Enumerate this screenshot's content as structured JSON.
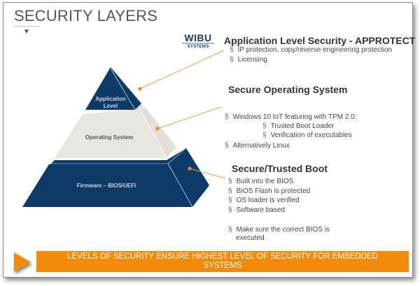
{
  "slide": {
    "title": "SECURITY LAYERS",
    "title_marker": "▼",
    "logo": {
      "line1": "WIBU",
      "line2": "SYSTEMS"
    }
  },
  "pyramid": {
    "layers": [
      {
        "label_lines": [
          "Application",
          "Level"
        ],
        "color": "#0e3a67",
        "text_color": "#c9d3df"
      },
      {
        "label_lines": [
          "Operating System"
        ],
        "color": "#e9e6e1",
        "text_color": "#555555"
      },
      {
        "label_lines": [
          "Firmware – BIOS/UEFI"
        ],
        "color": "#0e3a67",
        "text_color": "#c9d3df"
      }
    ],
    "connector_color": "#f0a040",
    "dot_color": "#e0902a"
  },
  "sections": [
    {
      "heading": "Application Level Security - APPROTECT",
      "bullets": [
        {
          "text": "IP protection, copy/reverse engineering protection",
          "level": 1
        },
        {
          "text": "Licensing",
          "level": 1
        }
      ]
    },
    {
      "heading": "Secure Operating System",
      "bullets": [
        {
          "text": "Windows 10 IoT featuring with TPM 2.0:",
          "level": 1
        },
        {
          "text": "Trusted Boot Loader",
          "level": 2
        },
        {
          "text": "Verification of executables",
          "level": 2
        },
        {
          "text": "Alternatively Linux",
          "level": 1
        }
      ]
    },
    {
      "heading": "Secure/Trusted Boot",
      "bullets": [
        {
          "text": "Built into the BIOS",
          "level": 1
        },
        {
          "text": "BIOS Flash is protected",
          "level": 1
        },
        {
          "text": "OS loader is verified",
          "level": 1
        },
        {
          "text": "Software based",
          "level": 1
        },
        {
          "text": "Make sure the correct BIOS is",
          "level": 1
        },
        {
          "text": "executed",
          "level": 1,
          "continuation": true
        }
      ]
    }
  ],
  "bullet_glyph": "§",
  "banner": {
    "text": "LEVELS OF SECURITY ENSURE HIGHEST LEVEL OF SECURITY FOR EMBEDDED SYSTEMS",
    "color": "#f38a09"
  }
}
